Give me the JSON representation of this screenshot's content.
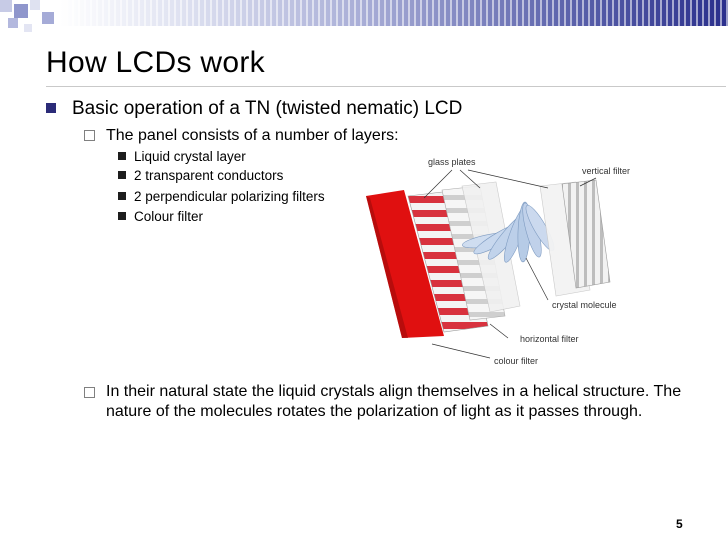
{
  "slide": {
    "title": "How LCDs work",
    "bullet_level1": "Basic operation of a TN (twisted nematic) LCD",
    "bullet_level2_a": "The panel consists of a number of layers:",
    "bullet_level3": [
      "Liquid crystal layer",
      "2 transparent conductors",
      "2 perpendicular polarizing filters",
      "Colour filter"
    ],
    "bullet_level2_b": "In their natural state the liquid crystals align themselves in a helical structure.  The nature of the molecules rotates the polarization of light as it passes through.",
    "page_number": "5"
  },
  "diagram": {
    "labels": {
      "glass_plates": "glass plates",
      "vertical_filter": "vertical filter",
      "crystal_molecule": "crystal molecule",
      "horizontal_filter": "horizontal filter",
      "colour_filter": "colour filter"
    },
    "colors": {
      "colour_filter": "#e01010",
      "header_band_dark": "#2a2f8c",
      "bullet_blue": "#2b2b78"
    }
  }
}
